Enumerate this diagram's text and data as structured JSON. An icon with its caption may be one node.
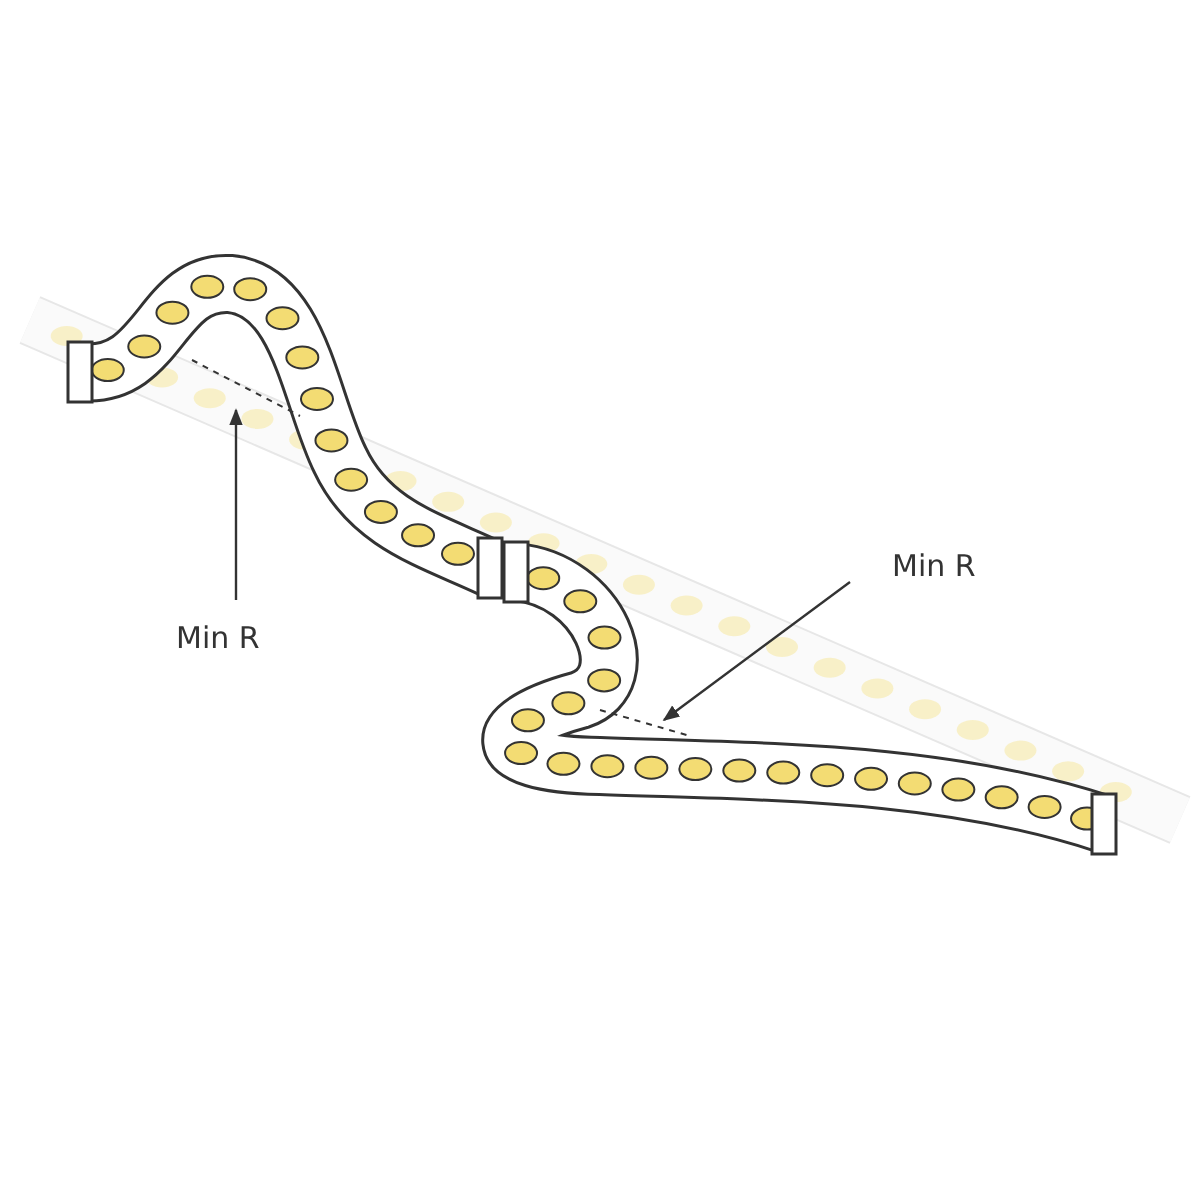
{
  "diagram": {
    "nodes": [
      {
        "text": [
          "Min R"
        ]
      },
      {
        "text": [
          "Min R"
        ]
      }
    ],
    "edges": [
      {
        "from": 0,
        "to": null,
        "arrow": "to"
      },
      {
        "from": 1,
        "to": null,
        "arrow": "to"
      }
    ]
  }
}
